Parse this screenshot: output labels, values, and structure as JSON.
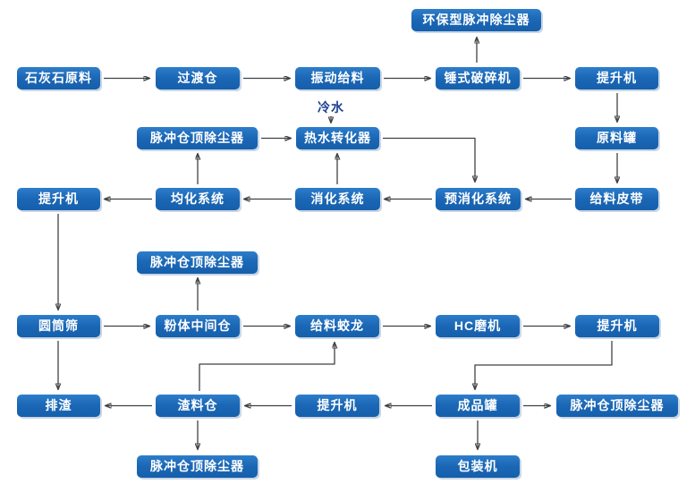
{
  "diagram": {
    "type": "process-flowchart",
    "language": "zh-CN",
    "cold_water_label": "冷水",
    "nodes": {
      "eco_pulse_dust_collector": "环保型脉冲除尘器",
      "limestone_raw": "石灰石原料",
      "transition_bin": "过渡仓",
      "vibrating_feeder": "振动给料",
      "hammer_crusher": "锤式破碎机",
      "elevator_top": "提升机",
      "pulse_dust_1": "脉冲仓顶除尘器",
      "hot_water_converter": "热水转化器",
      "raw_tank": "原料罐",
      "elevator_left": "提升机",
      "homogenization": "均化系统",
      "digestion": "消化系统",
      "pre_digestion": "预消化系统",
      "feeding_belt": "给料皮带",
      "pulse_dust_2": "脉冲仓顶除尘器",
      "drum_screen": "圆筒筛",
      "powder_bin": "粉体中间仓",
      "feeding_auger": "给料蛟龙",
      "hc_mill": "HC磨机",
      "elevator_right": "提升机",
      "slag_discharge": "排渣",
      "slag_bin": "渣料仓",
      "elevator_bottom": "提升机",
      "finished_tank": "成品罐",
      "pulse_dust_3": "脉冲仓顶除尘器",
      "pulse_dust_4": "脉冲仓顶除尘器",
      "packing_machine": "包装机"
    },
    "connections": [
      {
        "from": "limestone_raw",
        "to": "transition_bin"
      },
      {
        "from": "transition_bin",
        "to": "vibrating_feeder"
      },
      {
        "from": "vibrating_feeder",
        "to": "hammer_crusher"
      },
      {
        "from": "hammer_crusher",
        "to": "elevator_top"
      },
      {
        "from": "hammer_crusher",
        "to": "eco_pulse_dust_collector"
      },
      {
        "from": "elevator_top",
        "to": "raw_tank"
      },
      {
        "from": "raw_tank",
        "to": "feeding_belt"
      },
      {
        "from": "feeding_belt",
        "to": "pre_digestion"
      },
      {
        "from": "pre_digestion",
        "to": "digestion"
      },
      {
        "from": "digestion",
        "to": "homogenization"
      },
      {
        "from": "homogenization",
        "to": "elevator_left"
      },
      {
        "from": "digestion",
        "to": "hot_water_converter"
      },
      {
        "from": "homogenization",
        "to": "pulse_dust_1"
      },
      {
        "from": "pulse_dust_1",
        "to": "hot_water_converter"
      },
      {
        "from": "cold_water",
        "to": "hot_water_converter"
      },
      {
        "from": "hot_water_converter",
        "to": "pre_digestion"
      },
      {
        "from": "elevator_left",
        "to": "drum_screen"
      },
      {
        "from": "powder_bin",
        "to": "pulse_dust_2"
      },
      {
        "from": "drum_screen",
        "to": "powder_bin"
      },
      {
        "from": "powder_bin",
        "to": "feeding_auger"
      },
      {
        "from": "feeding_auger",
        "to": "hc_mill"
      },
      {
        "from": "hc_mill",
        "to": "elevator_right"
      },
      {
        "from": "elevator_right",
        "to": "finished_tank"
      },
      {
        "from": "drum_screen",
        "to": "slag_discharge"
      },
      {
        "from": "slag_bin",
        "to": "feeding_auger"
      },
      {
        "from": "slag_bin",
        "to": "slag_discharge"
      },
      {
        "from": "elevator_bottom",
        "to": "slag_bin"
      },
      {
        "from": "finished_tank",
        "to": "elevator_bottom"
      },
      {
        "from": "finished_tank",
        "to": "pulse_dust_3"
      },
      {
        "from": "finished_tank",
        "to": "packing_machine"
      },
      {
        "from": "slag_bin",
        "to": "pulse_dust_4"
      }
    ],
    "colors": {
      "box_gradient_top": "#2e7ecb",
      "box_gradient_bottom": "#155fac",
      "box_text": "#ffffff",
      "box_shadow": "#adc0d6",
      "arrow": "#3f4245",
      "cold_water_text": "#1c3f93",
      "background": "#ffffff"
    }
  }
}
